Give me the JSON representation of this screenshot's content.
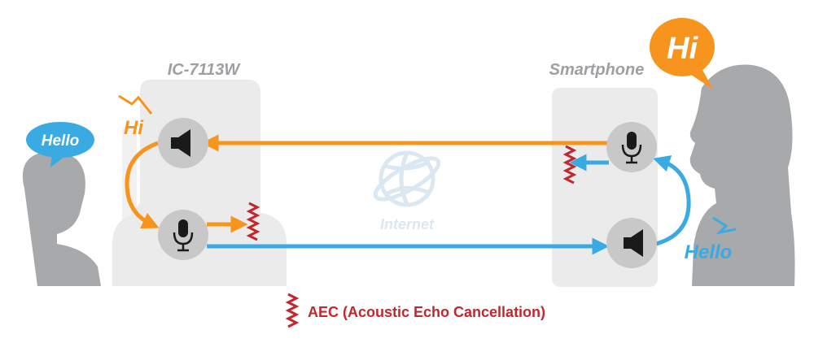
{
  "devices": {
    "camera": {
      "label": "IC-7113W"
    },
    "phone": {
      "label": "Smartphone"
    }
  },
  "network": {
    "label": "Internet"
  },
  "speech": {
    "left_bubble": "Hello",
    "right_bubble": "Hi",
    "heard_at_camera": "Hi",
    "heard_at_phone": "Hello"
  },
  "legend": {
    "aec_label": "AEC (Acoustic Echo Cancellation)"
  },
  "colors": {
    "orange": "#f7941d",
    "blue": "#3aaae3",
    "aec_red": "#c1272d",
    "silhouette": "#a7a9ab",
    "device_fill": "#ebebeb",
    "node_fill": "#c8c8c8",
    "label_grey": "#9d9fa2",
    "globe": "#dbe7f1"
  },
  "icons": {
    "camera_speaker": "speaker-icon",
    "camera_mic": "microphone-icon",
    "phone_mic": "microphone-icon",
    "phone_speaker": "speaker-icon",
    "network": "globe-icon",
    "echo": "zigzag-icon"
  }
}
